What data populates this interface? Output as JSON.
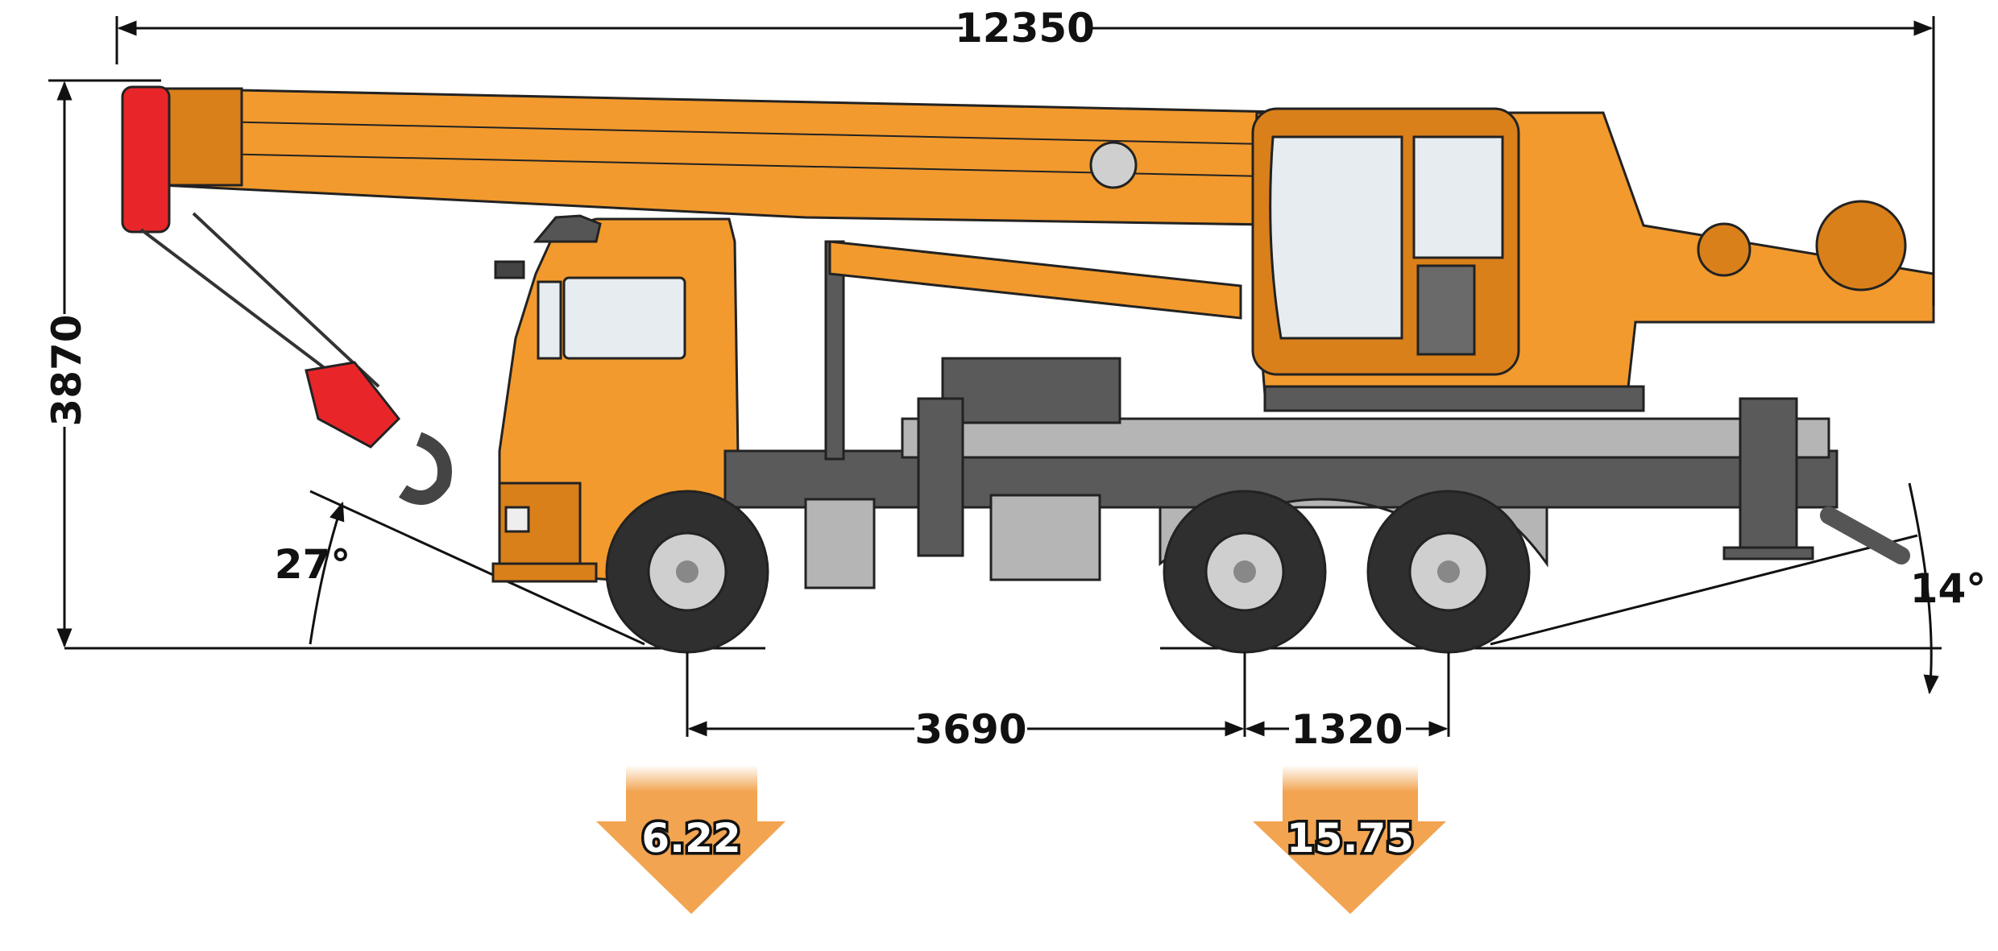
{
  "dimensions": {
    "overall_length": "12350",
    "overall_height": "3870",
    "wheelbase_front": "3690",
    "wheelbase_rear": "1320",
    "approach_angle": "27°",
    "departure_angle": "14°"
  },
  "axle_loads": {
    "front": "6.22",
    "rear": "15.75"
  },
  "colors": {
    "crane_body": "#f29a2e",
    "crane_shadow": "#d9801a",
    "hook_block": "#e8262a",
    "chassis": "#5a5a5a",
    "chassis_light": "#b5b5b5",
    "tire": "#2f2f2f",
    "rim": "#cfcfcf",
    "load_arrow": "#f2a451",
    "glass": "#e6ecef"
  }
}
